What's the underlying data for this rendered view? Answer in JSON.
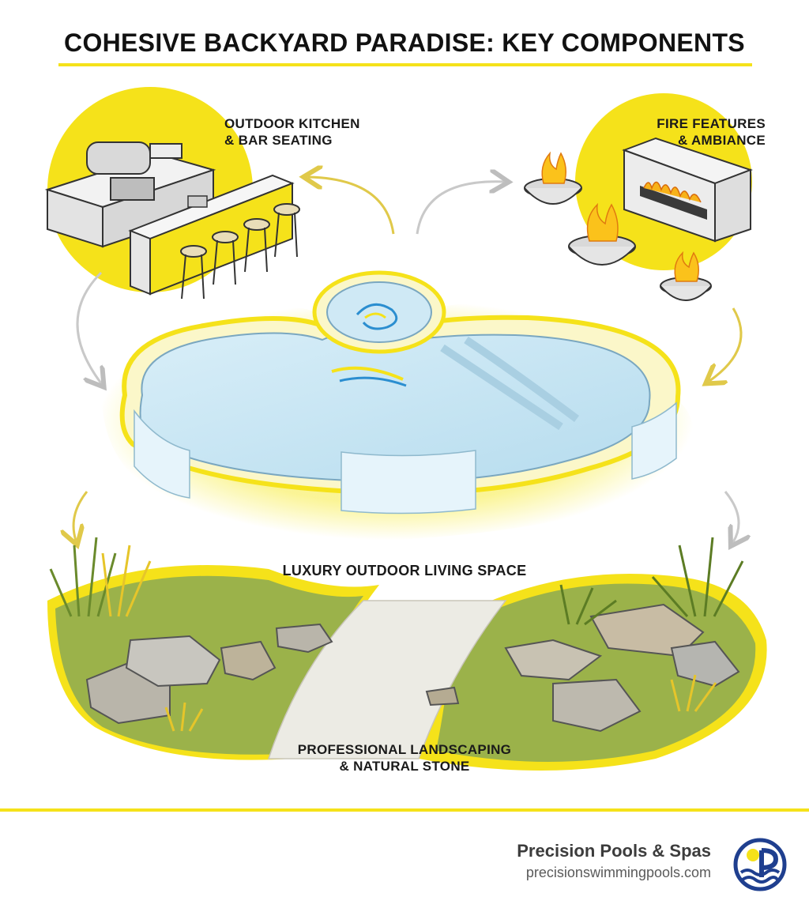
{
  "title": "COHESIVE BACKYARD PARADISE: KEY COMPONENTS",
  "labels": {
    "kitchen": [
      "OUTDOOR KITCHEN",
      "& BAR SEATING"
    ],
    "fire": [
      "FIRE FEATURES",
      "& AMBIANCE"
    ],
    "center": "LUXURY OUTDOOR LIVING SPACE",
    "landscape": [
      "PROFESSIONAL LANDSCAPING",
      "& NATURAL STONE"
    ]
  },
  "brand": {
    "name": "Precision Pools & Spas",
    "url": "precisionswimmingpools.com"
  },
  "colors": {
    "accent_yellow": "#f5e21a",
    "water_blue": "#bfe3f3",
    "grass_green": "#9bb24a",
    "stone_gray": "#b9b5aa",
    "logo_navy": "#1f3f8f"
  },
  "icons": [
    "grill-icon",
    "fire-bowl-icon",
    "fireplace-icon",
    "spa-icon",
    "waterfall-icon",
    "plant-icon",
    "stone-icon",
    "arrow-icon",
    "brand-logo-icon"
  ]
}
